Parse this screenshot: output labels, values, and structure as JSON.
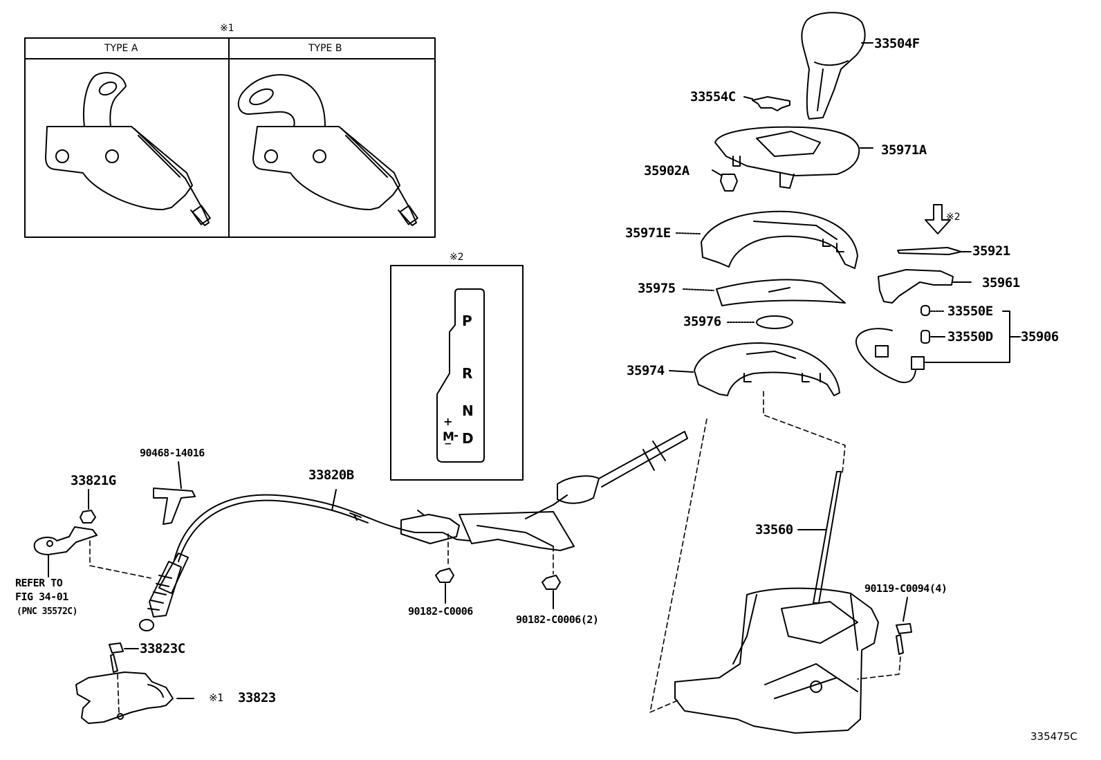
{
  "diagram_code": "335475C",
  "type_box": {
    "note_mark": "※1",
    "type_a": "TYPE A",
    "type_b": "TYPE B"
  },
  "gate_box": {
    "note_mark": "※2",
    "positions": [
      "P",
      "R",
      "N",
      "D"
    ],
    "plus": "+",
    "m": "M",
    "minus": "−",
    "dash": "-"
  },
  "arrow_note": "※2",
  "parts": {
    "p33504F": "33504F",
    "p33554C": "33554C",
    "p35971A": "35971A",
    "p35902A": "35902A",
    "p35971E": "35971E",
    "p35921": "35921",
    "p35961": "35961",
    "p35975": "35975",
    "p33550E": "33550E",
    "p35976": "35976",
    "p33550D": "33550D",
    "p35906": "35906",
    "p35974": "35974",
    "p90468": "90468-14016",
    "p33820B": "33820B",
    "p33821G": "33821G",
    "p33560": "33560",
    "p90119": "90119-C0094(4)",
    "p90182a": "90182-C0006",
    "p90182b": "90182-C0006(2)",
    "p33823C": "33823C",
    "p33823": "33823",
    "p33823_mark": "※1"
  },
  "refer": {
    "line1": "REFER TO",
    "line2": "FIG 34-01",
    "line3": "(PNC 35572C)"
  }
}
